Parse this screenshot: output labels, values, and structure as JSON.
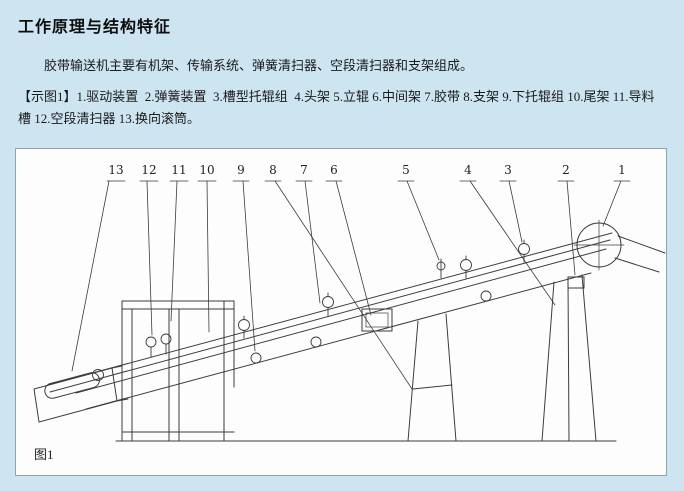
{
  "page": {
    "title": "工作原理与结构特征",
    "intro": "胶带输送机主要有机架、传输系统、弹簧清扫器、空段清扫器和支架组成。",
    "legend": "【示图1】1.驱动装置  2.弹簧装置  3.槽型托辊组  4.头架 5.立辊 6.中间架 7.胶带 8.支架 9.下托辊组 10.尾架 11.导料槽 12.空段清扫器 13.换向滚筒。",
    "colors": {
      "page_bg": "#cde4f1",
      "panel_bg": "#fdfdfd",
      "line": "#3c3c3c"
    }
  },
  "figure": {
    "caption": "图1",
    "callouts": [
      "13",
      "12",
      "11",
      "10",
      "9",
      "8",
      "7",
      "6",
      "5",
      "4",
      "3",
      "2",
      "1"
    ],
    "parts": [
      {
        "num": "1",
        "label": "驱动装置"
      },
      {
        "num": "2",
        "label": "弹簧装置"
      },
      {
        "num": "3",
        "label": "槽型托辊组"
      },
      {
        "num": "4",
        "label": "头架"
      },
      {
        "num": "5",
        "label": "立辊"
      },
      {
        "num": "6",
        "label": "中间架"
      },
      {
        "num": "7",
        "label": "胶带"
      },
      {
        "num": "8",
        "label": "支架"
      },
      {
        "num": "9",
        "label": "下托辊组"
      },
      {
        "num": "10",
        "label": "尾架"
      },
      {
        "num": "11",
        "label": "导料槽"
      },
      {
        "num": "12",
        "label": "空段清扫器"
      },
      {
        "num": "13",
        "label": "换向滚筒"
      }
    ]
  }
}
